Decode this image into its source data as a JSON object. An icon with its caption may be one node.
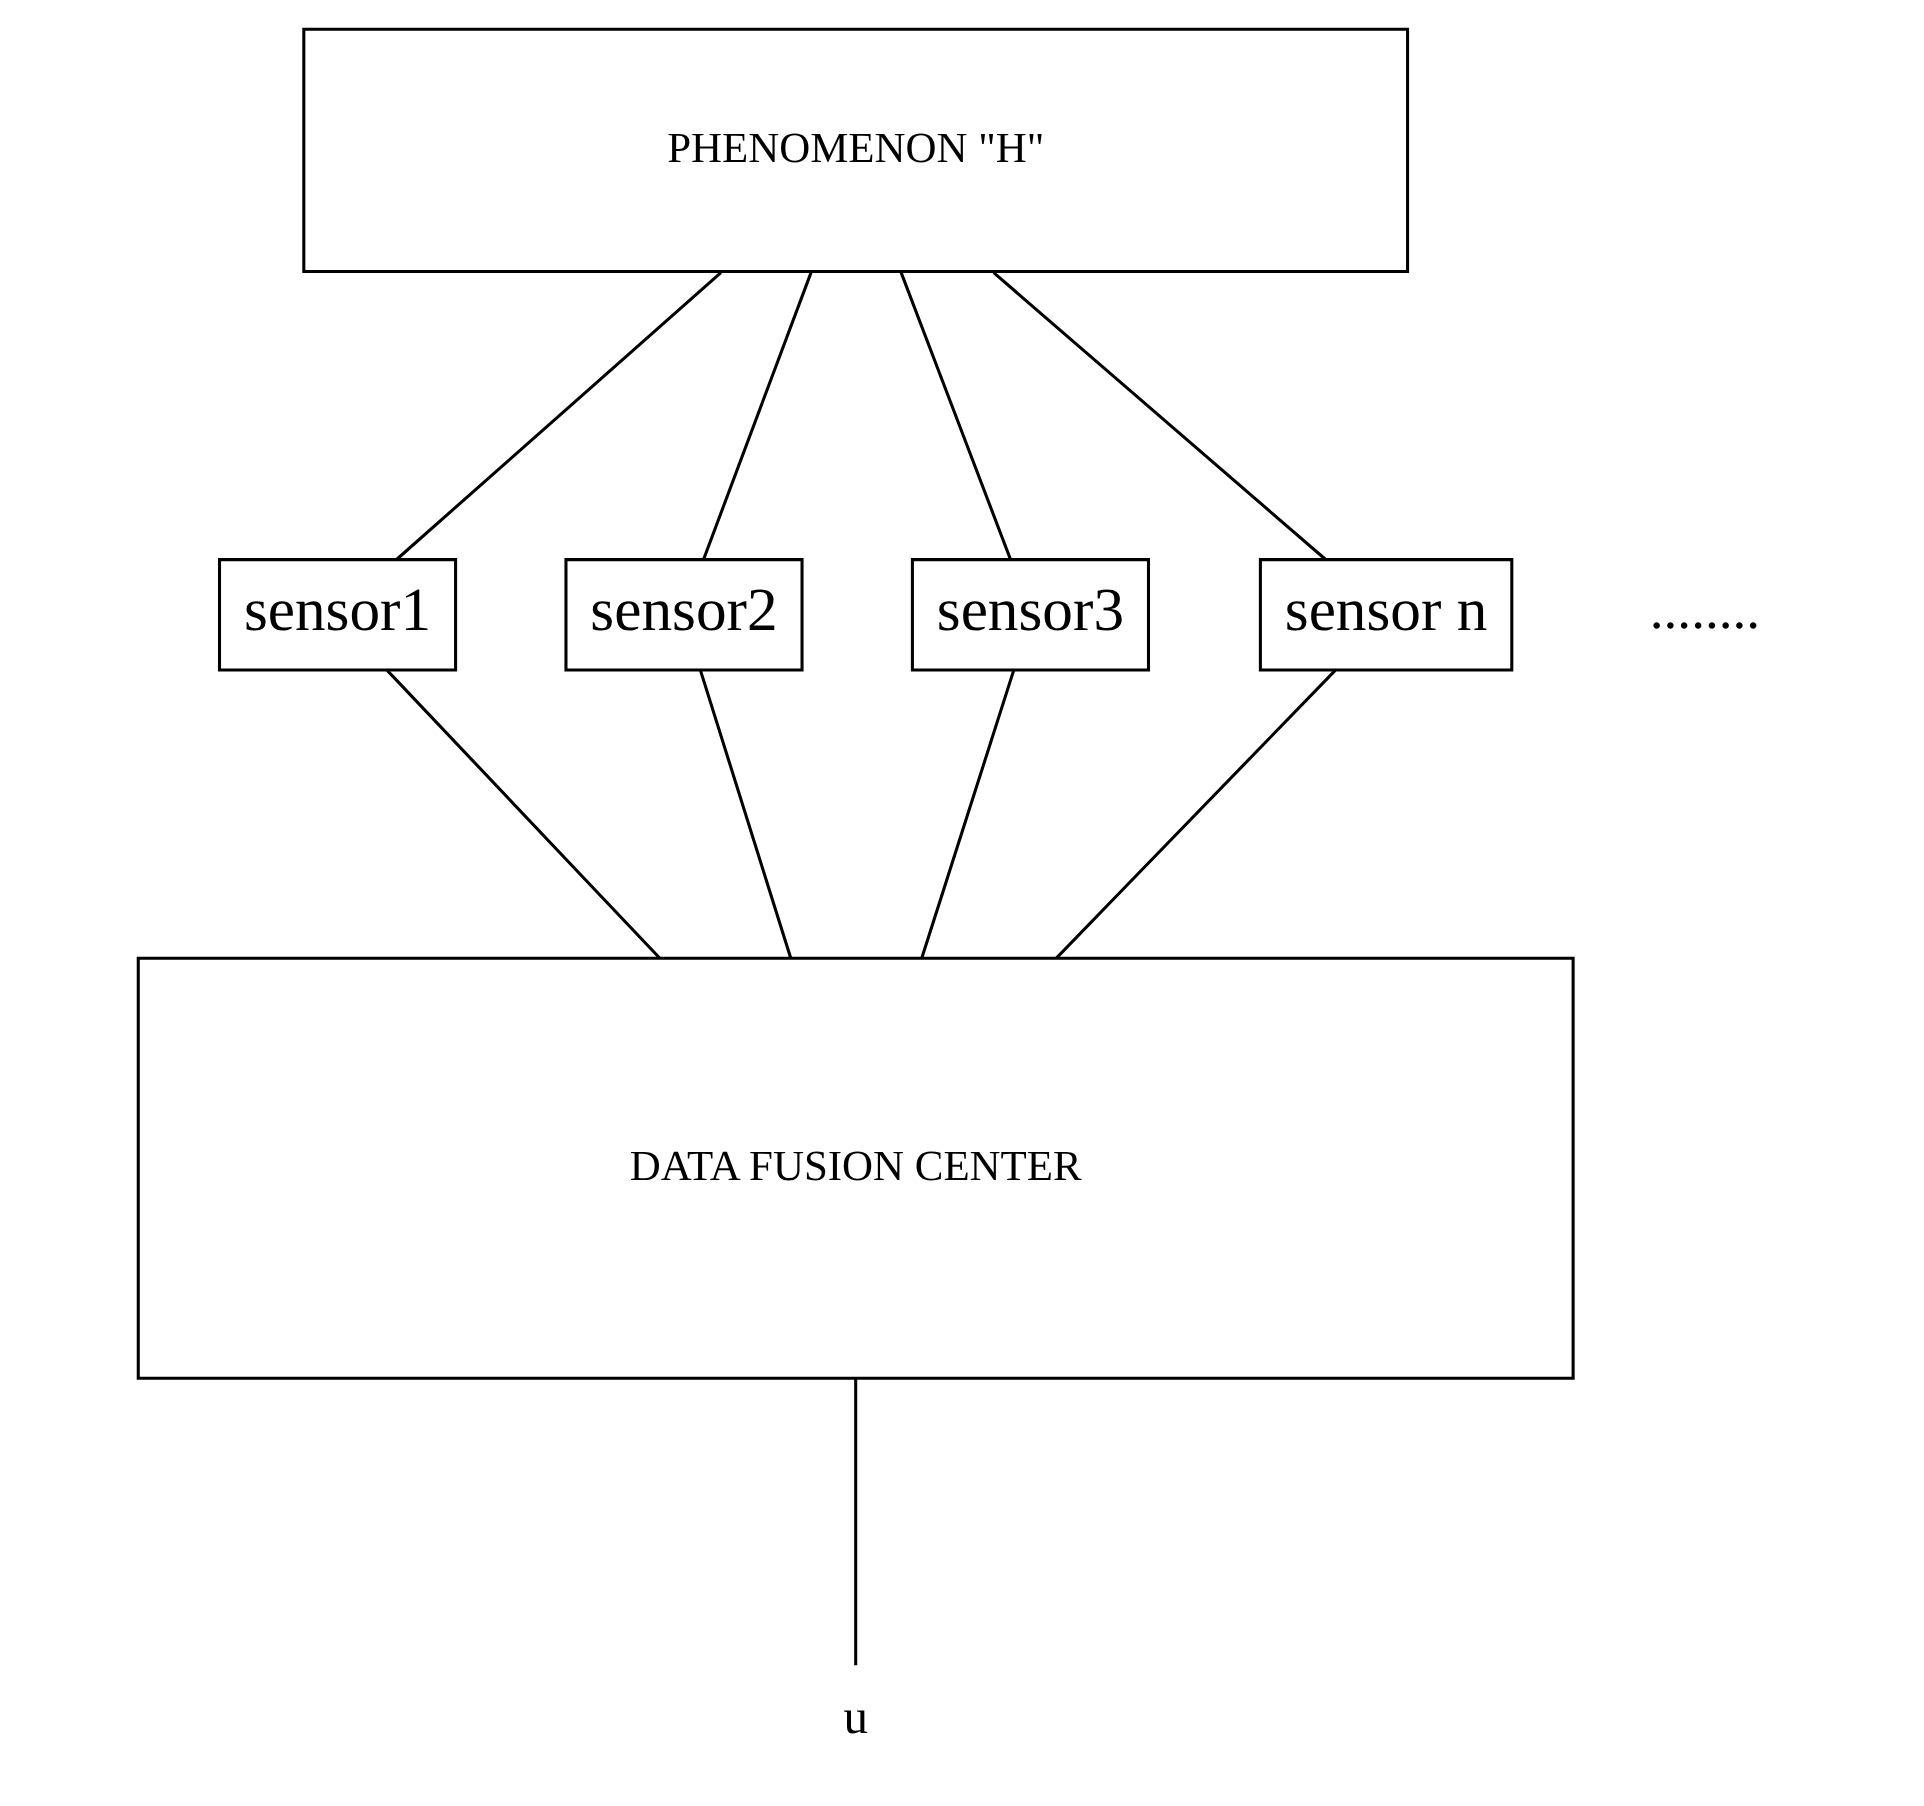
{
  "diagram": {
    "nodes": [
      {
        "text": [
          "PHENOMENON \"H\""
        ]
      },
      {
        "text": [
          "sensor1"
        ]
      },
      {
        "text": [
          "sensor2"
        ]
      },
      {
        "text": [
          "sensor3"
        ]
      },
      {
        "text": [
          "sensor n"
        ]
      },
      {
        "text": [
          "DATA FUSION CENTER"
        ]
      },
      {
        "text": [
          "u"
        ]
      }
    ],
    "edges": [
      {
        "from": 0,
        "to": 1,
        "arrow": "none"
      },
      {
        "from": 0,
        "to": 2,
        "arrow": "none"
      },
      {
        "from": 0,
        "to": 3,
        "arrow": "none"
      },
      {
        "from": 0,
        "to": 4,
        "arrow": "none"
      },
      {
        "from": 1,
        "to": 5,
        "arrow": "none"
      },
      {
        "from": 2,
        "to": 5,
        "arrow": "none"
      },
      {
        "from": 3,
        "to": 5,
        "arrow": "none"
      },
      {
        "from": 4,
        "to": 5,
        "arrow": "none"
      },
      {
        "from": 5,
        "to": 6,
        "arrow": "none"
      }
    ],
    "labels": [
      "........"
    ]
  }
}
